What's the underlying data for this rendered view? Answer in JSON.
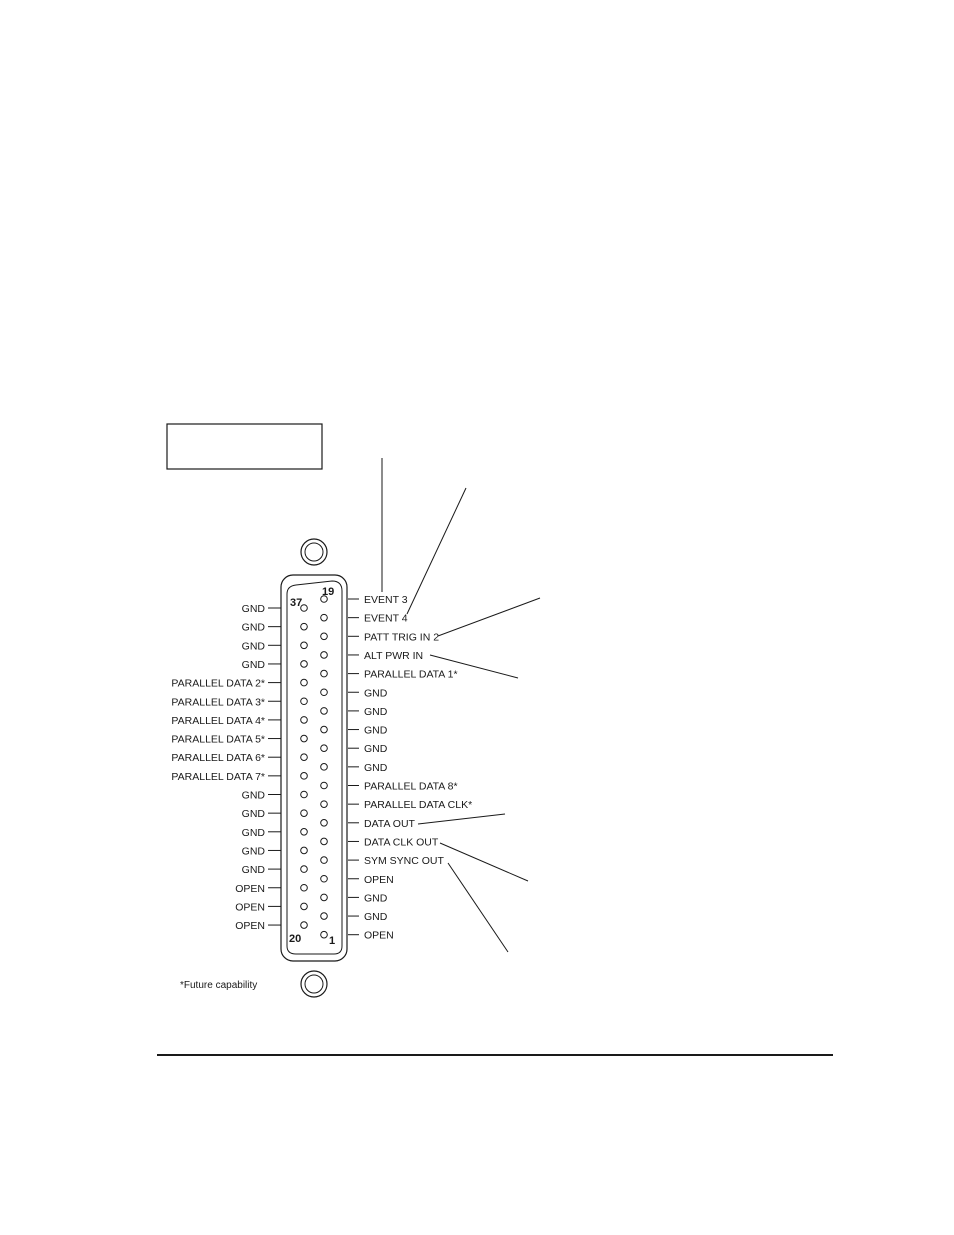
{
  "connector": {
    "right_labels": [
      "EVENT 3",
      "EVENT 4",
      "PATT TRIG IN 2",
      "ALT PWR IN",
      "PARALLEL DATA 1*",
      "GND",
      "GND",
      "GND",
      "GND",
      "GND",
      "PARALLEL DATA 8*",
      "PARALLEL DATA CLK*",
      "DATA OUT",
      "DATA CLK OUT",
      "SYM SYNC OUT",
      "OPEN",
      "GND",
      "GND",
      "OPEN"
    ],
    "left_labels": [
      "GND",
      "GND",
      "GND",
      "GND",
      "PARALLEL DATA 2*",
      "PARALLEL DATA 3*",
      "PARALLEL DATA 4*",
      "PARALLEL DATA 5*",
      "PARALLEL DATA 6*",
      "PARALLEL DATA 7*",
      "GND",
      "GND",
      "GND",
      "GND",
      "GND",
      "OPEN",
      "OPEN",
      "OPEN"
    ],
    "pin_numbers": {
      "top_right": "19",
      "top_left": "37",
      "bottom_left": "20",
      "bottom_right": "1"
    }
  },
  "footnote": "*Future capability"
}
